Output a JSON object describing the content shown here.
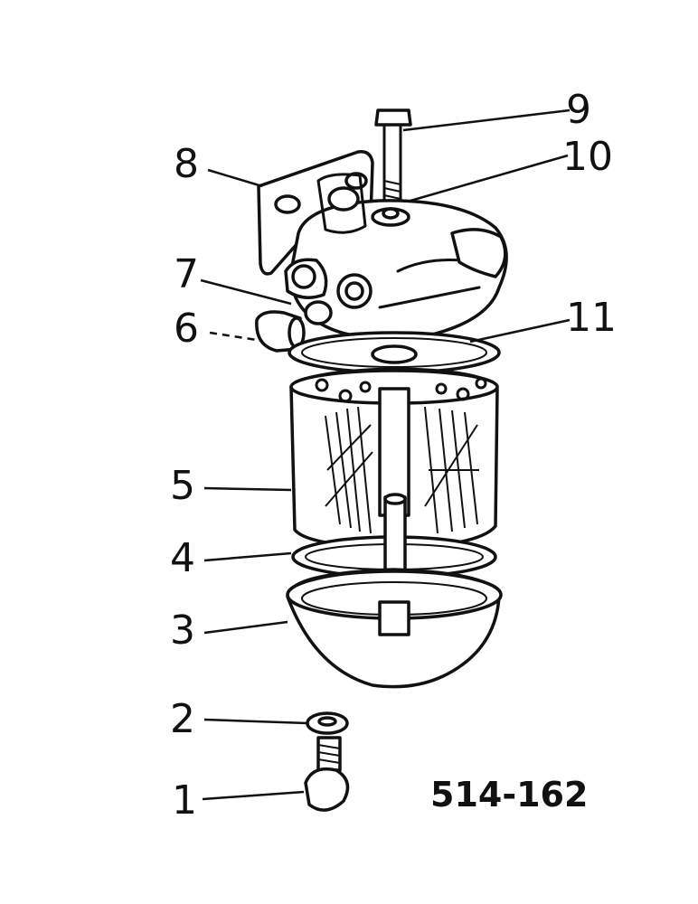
{
  "diagram": {
    "callouts": [
      {
        "id": "1",
        "label": "1"
      },
      {
        "id": "2",
        "label": "2"
      },
      {
        "id": "3",
        "label": "3"
      },
      {
        "id": "4",
        "label": "4"
      },
      {
        "id": "5",
        "label": "5"
      },
      {
        "id": "6",
        "label": "6"
      },
      {
        "id": "7",
        "label": "7"
      },
      {
        "id": "8",
        "label": "8"
      },
      {
        "id": "9",
        "label": "9"
      },
      {
        "id": "10",
        "label": "10"
      },
      {
        "id": "11",
        "label": "11"
      }
    ],
    "part_code": "514-162",
    "colors": {
      "ink": "#111111",
      "background": "#ffffff"
    }
  }
}
